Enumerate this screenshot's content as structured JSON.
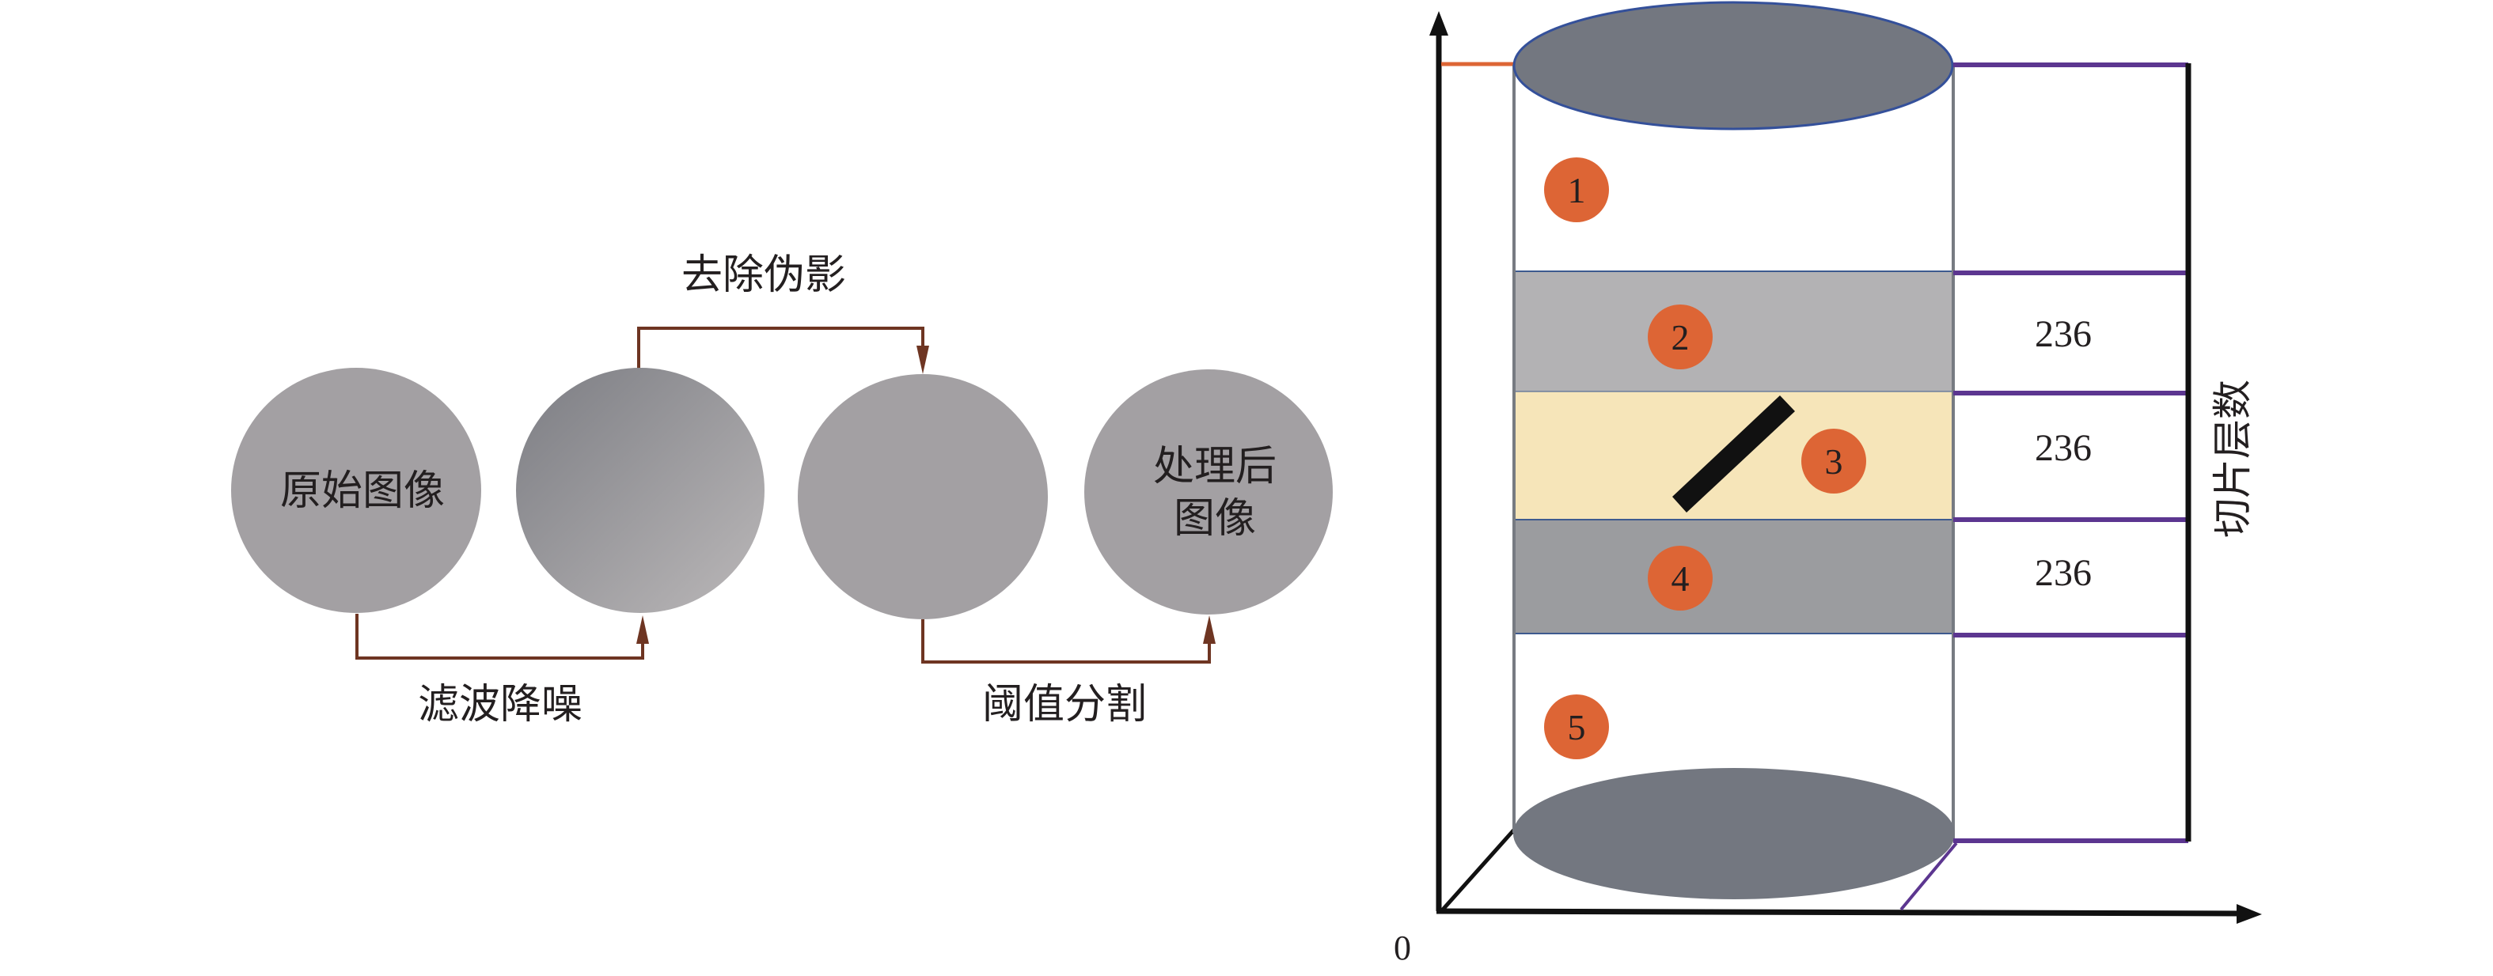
{
  "workflow": {
    "nodes": [
      {
        "id": "original",
        "label_lines": [
          "原始图像"
        ]
      },
      {
        "id": "denoised",
        "label_lines": []
      },
      {
        "id": "artifact_removed",
        "label_lines": []
      },
      {
        "id": "processed",
        "label_lines": [
          "处理后",
          "图像"
        ]
      }
    ],
    "steps": [
      {
        "from": "original",
        "to": "denoised",
        "label": "滤波降噪",
        "position": "below"
      },
      {
        "from": "denoised",
        "to": "artifact_removed",
        "label": "去除伪影",
        "position": "above"
      },
      {
        "from": "artifact_removed",
        "to": "processed",
        "label": "阈值分割",
        "position": "below"
      }
    ]
  },
  "slice_diagram": {
    "origin_label": "0",
    "axis_label": "切片层数",
    "regions": [
      {
        "marker": "1",
        "slices": null
      },
      {
        "marker": "2",
        "slices": "236"
      },
      {
        "marker": "3",
        "slices": "236"
      },
      {
        "marker": "4",
        "slices": "236"
      },
      {
        "marker": "5",
        "slices": null
      }
    ]
  },
  "colors": {
    "node_fill": "#a3a0a3",
    "node_gradient_start": "#7c7d83",
    "node_gradient_end": "#bbb8b9",
    "connector": "#6e3522",
    "cylinder_cap": "#737780",
    "cylinder_cap_outline": "#34509a",
    "band_2": "#b3b2b4",
    "band_3": "#f6e5b9",
    "band_4": "#9b9c9f",
    "marker": "#dd6535",
    "bracket": "#5c3690",
    "axis": "#111111",
    "top_tick": "#dd6535"
  }
}
